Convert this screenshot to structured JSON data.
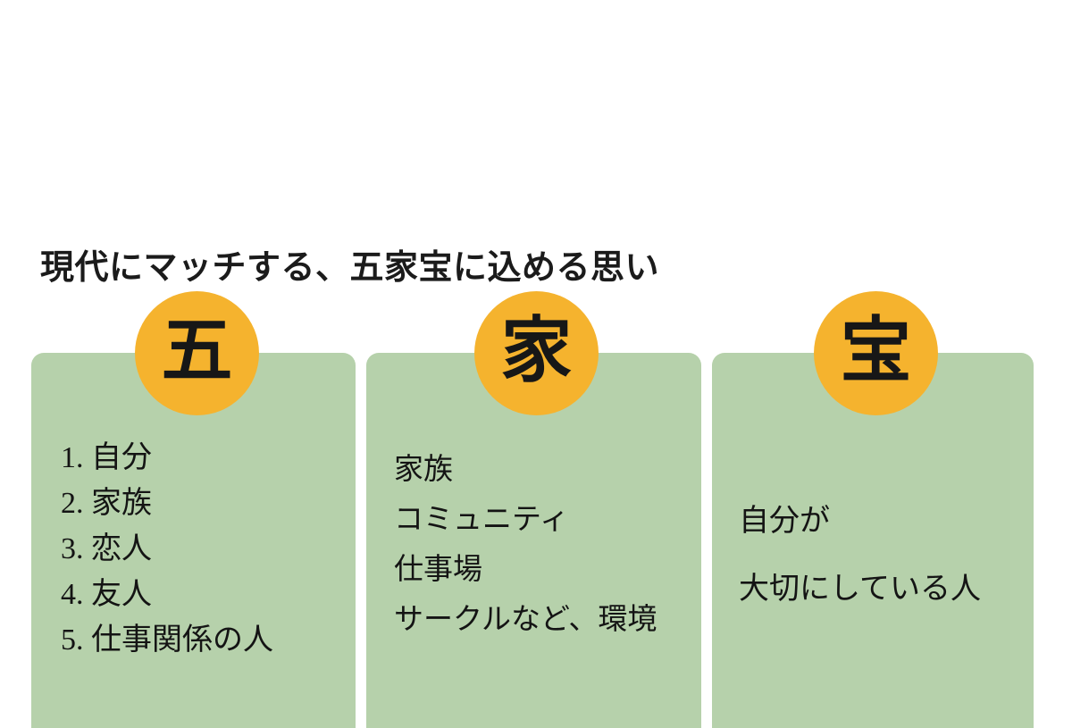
{
  "page": {
    "title": "現代にマッチする、五家宝に込める思い",
    "background_color": "#ffffff",
    "panel_color": "#b6d1ab",
    "badge_color": "#f5b32e",
    "text_color": "#141414"
  },
  "columns": [
    {
      "badge_char": "五",
      "kind": "numbered-list",
      "items": [
        {
          "number": "1.",
          "label": "自分"
        },
        {
          "number": "2.",
          "label": "家族"
        },
        {
          "number": "3.",
          "label": "恋人"
        },
        {
          "number": "4.",
          "label": "友人"
        },
        {
          "number": "5.",
          "label": "仕事関係の人"
        }
      ]
    },
    {
      "badge_char": "家",
      "kind": "plain-list",
      "items": [
        {
          "label": "家族"
        },
        {
          "label": "コミュニティ"
        },
        {
          "label": "仕事場"
        },
        {
          "label": "サークルなど、環境"
        }
      ]
    },
    {
      "badge_char": "宝",
      "kind": "plain-list",
      "items": [
        {
          "label": "自分が"
        },
        {
          "label": "大切にしている人"
        }
      ]
    }
  ]
}
